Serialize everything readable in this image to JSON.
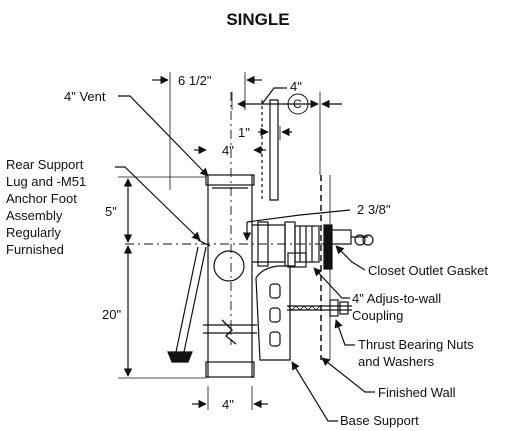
{
  "diagram": {
    "title": "SINGLE",
    "dimensions": {
      "d_6_5": "6 1/2\"",
      "d_4_top": "4\"",
      "d_c": "C",
      "d_1": "1\"",
      "d_4_mid": "4\"",
      "d_5": "5\"",
      "d_2_3_8": "2 3/8\"",
      "d_20": "20\"",
      "d_4_bottom": "4\""
    },
    "callouts": {
      "vent": "4\" Vent",
      "rear_support": "Rear Support Lug and -M51 Anchor Foot Assembly Regularly Furnished",
      "closet_gasket": "Closet Outlet Gasket",
      "coupling": "4\" Adjus-to-wall Coupling",
      "thrust": "Thrust Bearing Nuts and Washers",
      "finished_wall": "Finished Wall",
      "base_support": "Base Support"
    }
  }
}
